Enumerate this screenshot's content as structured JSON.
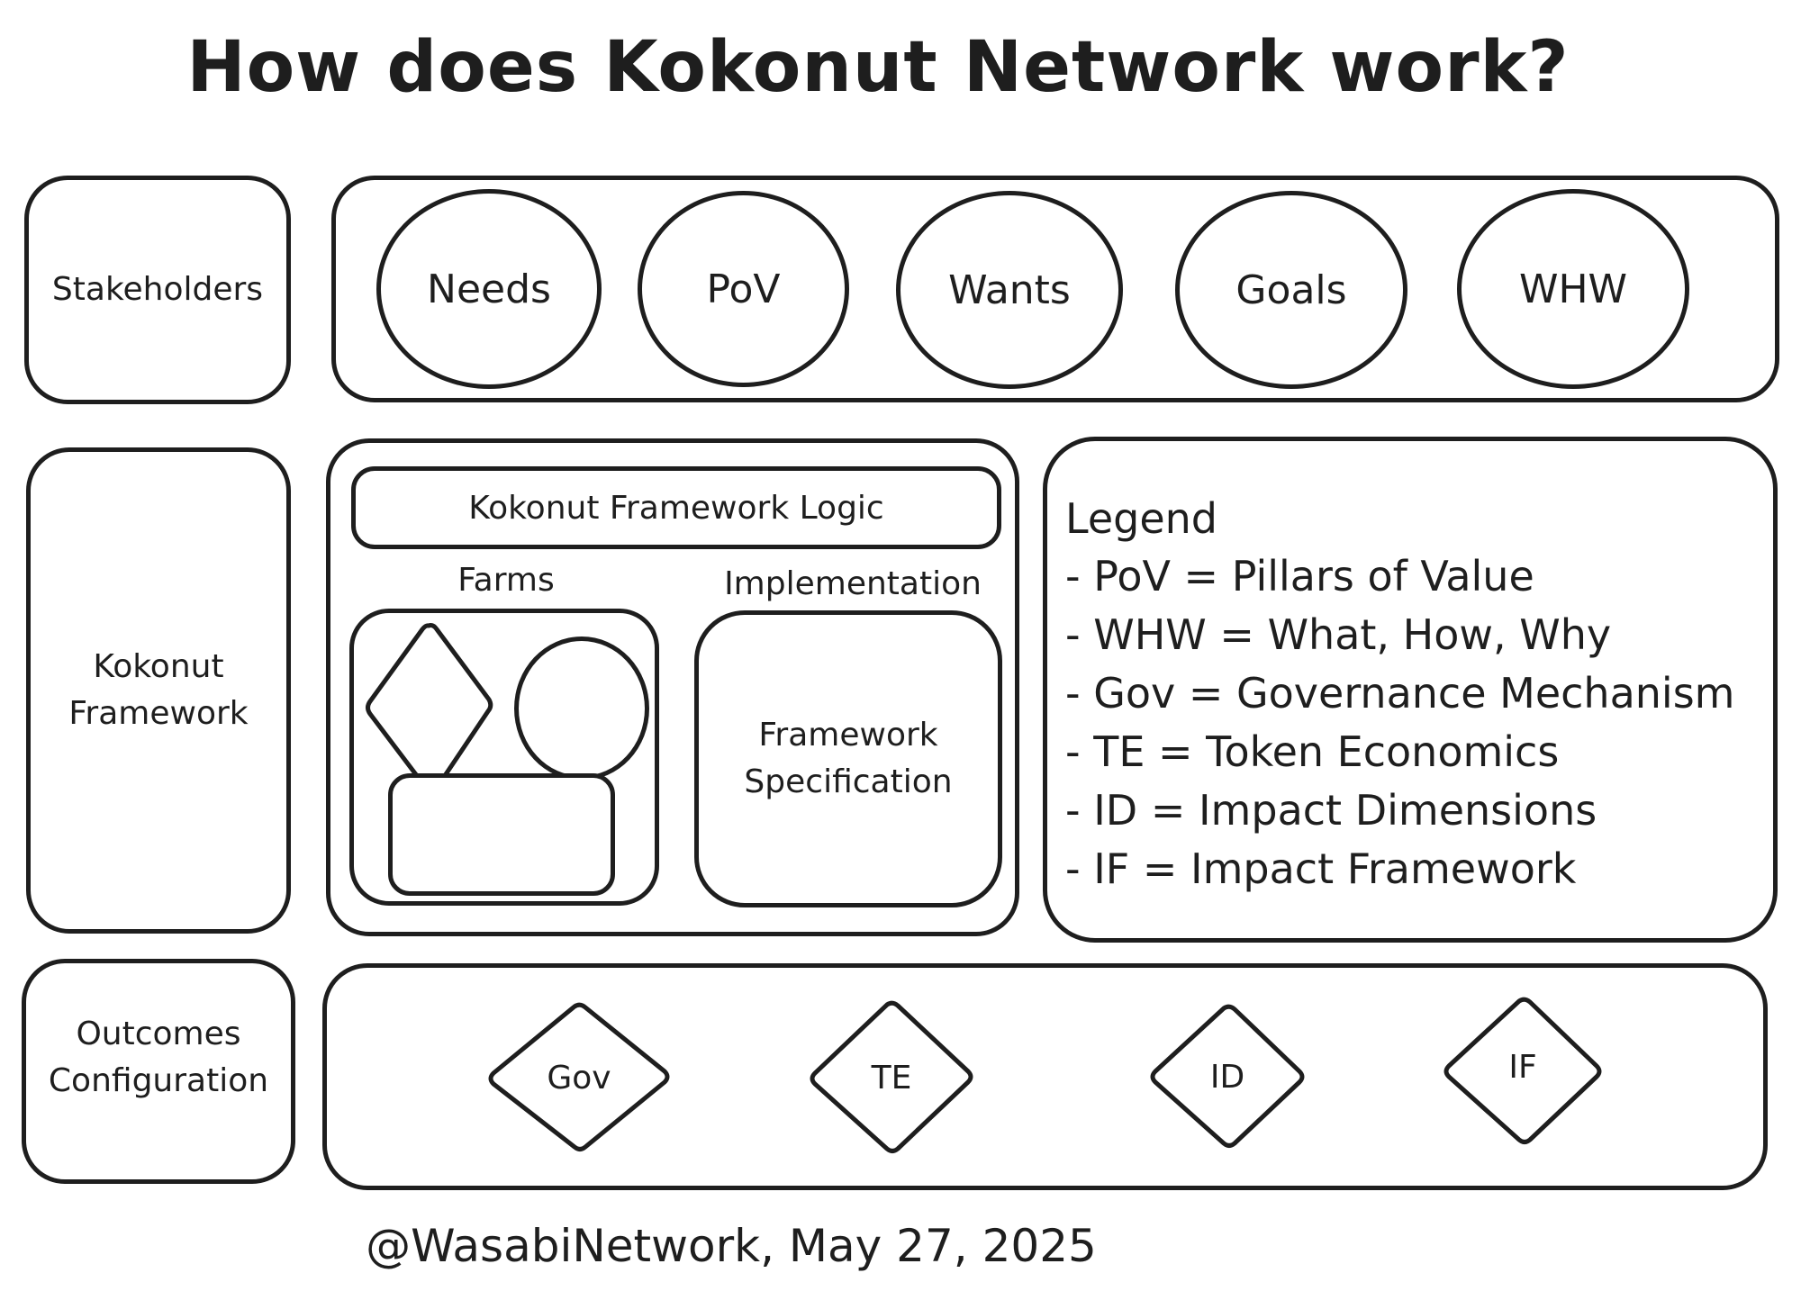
{
  "title": "How does Kokonut Network work?",
  "rows": {
    "stakeholders": {
      "label": "Stakeholders",
      "items": [
        "Needs",
        "PoV",
        "Wants",
        "Goals",
        "WHW"
      ]
    },
    "framework": {
      "label_line1": "Kokonut",
      "label_line2": "Framework",
      "logic_label": "Kokonut Framework Logic",
      "farms_label": "Farms",
      "implementation_label": "Implementation",
      "spec_line1": "Framework",
      "spec_line2": "Specification"
    },
    "legend": {
      "title": "Legend",
      "items": [
        "- PoV = Pillars of Value",
        "- WHW = What, How, Why",
        "- Gov = Governance Mechanism",
        "- TE = Token Economics",
        "- ID = Impact Dimensions",
        "- IF = Impact Framework"
      ]
    },
    "outcomes": {
      "label_line1": "Outcomes",
      "label_line2": "Configuration",
      "items": [
        "Gov",
        "TE",
        "ID",
        "IF"
      ]
    }
  },
  "footer": "@WasabiNetwork, May 27, 2025",
  "colors": {
    "stroke": "#1e1e1e",
    "background": "#ffffff"
  }
}
